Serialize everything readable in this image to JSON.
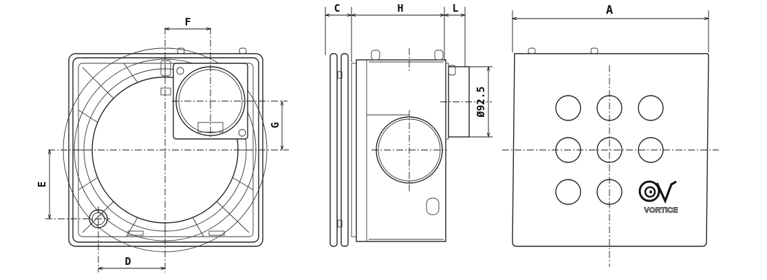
{
  "dimensions": {
    "A": "A",
    "C": "C",
    "H": "H",
    "L": "L",
    "F": "F",
    "G": "G",
    "E": "E",
    "D": "D",
    "diameter": "Ø92.5"
  },
  "brand": {
    "name": "VORTICE"
  }
}
